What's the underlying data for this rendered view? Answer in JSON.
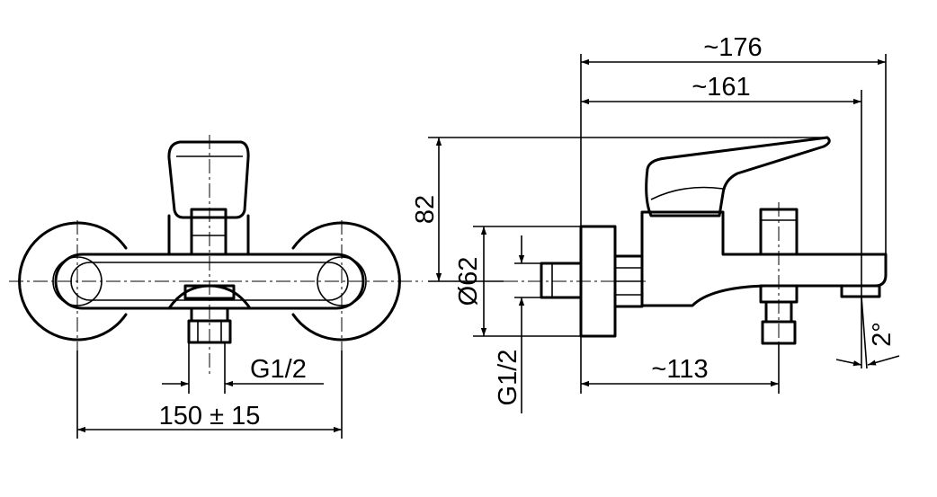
{
  "front_view": {
    "dim_connection": "G1/2",
    "dim_center_distance": "150 ± 15"
  },
  "side_view": {
    "dim_total_length": "~176",
    "dim_spout_length": "~161",
    "dim_height": "82",
    "dim_flange_diameter": "Ø62",
    "dim_connection": "G1/2",
    "dim_outlet_distance": "~113",
    "dim_angle": "2°"
  }
}
